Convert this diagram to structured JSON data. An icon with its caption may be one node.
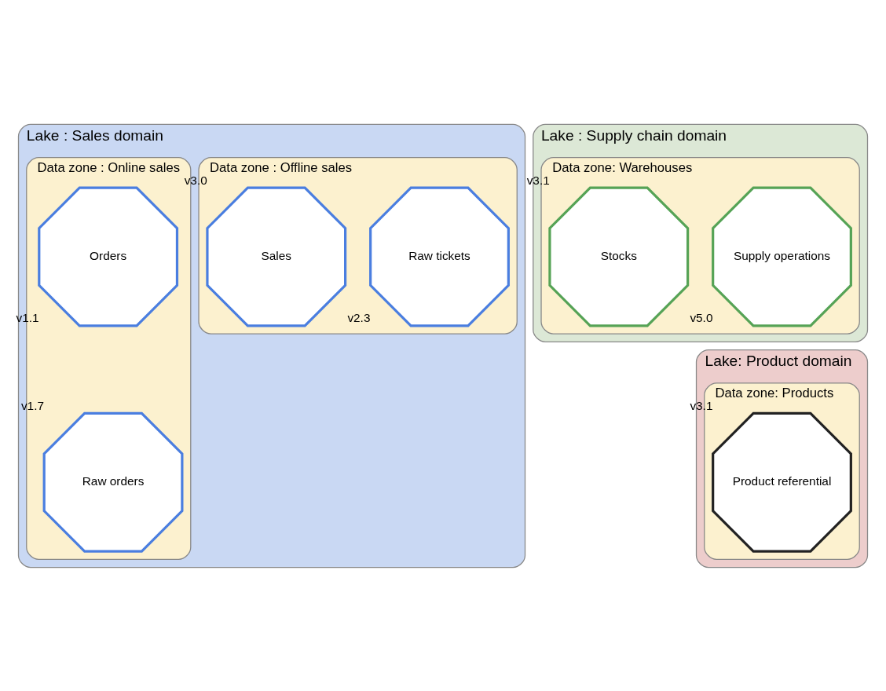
{
  "diagram": {
    "nodes": [
      {
        "text": [
          "Lake : Sales domain"
        ]
      },
      {
        "text": [
          "Data zone : Offline sales"
        ],
        "in": 0
      },
      {
        "text": [
          "Raw tickets"
        ],
        "in": 1,
        "beside": [
          "v2.3"
        ]
      },
      {
        "text": [
          "Sales"
        ],
        "in": 1,
        "beside": [
          "v3.0"
        ]
      },
      {
        "text": [
          "Data zone : Online sales"
        ],
        "in": 0
      },
      {
        "text": [
          "Raw orders"
        ],
        "in": 4,
        "beside": [
          "v1.7"
        ]
      },
      {
        "text": [
          "Orders"
        ],
        "in": 4,
        "beside": [
          "v1.1"
        ]
      },
      {
        "text": [
          "Lake : Supply chain domain"
        ]
      },
      {
        "text": [
          "Data zone: Warehouses"
        ],
        "in": 7
      },
      {
        "text": [
          "Supply operations"
        ],
        "in": 8,
        "beside": [
          "v5.0"
        ]
      },
      {
        "text": [
          "Stocks"
        ],
        "in": 8,
        "beside": [
          "v3.1"
        ]
      },
      {
        "text": [
          "Lake: Product domain"
        ]
      },
      {
        "text": [
          "Data zone: Products"
        ],
        "in": 11
      },
      {
        "text": [
          "Product referential"
        ],
        "in": 12,
        "beside": [
          "v3.1"
        ]
      }
    ],
    "edges": []
  }
}
